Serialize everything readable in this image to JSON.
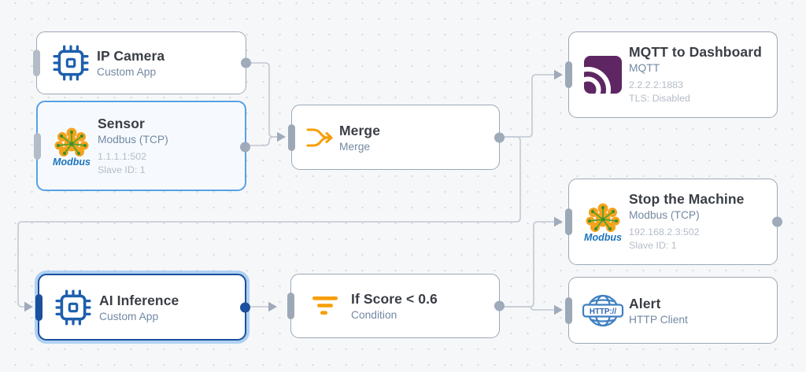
{
  "canvas": {
    "type": "flow-editor-canvas",
    "colors": {
      "canvas_bg": "#F6F7F8",
      "grid_dot": "#D8DADE",
      "node_border": "#9CA8B8",
      "edge": "#C7CDD7",
      "handle_gray": "#9FAABA",
      "selected_blue": "#1C4F9E",
      "highlight_blue": "#57A1E6",
      "orange": "#F79E06",
      "mqtt_purple": "#5E2663",
      "http_blue": "#3F7FC1",
      "modbus_orange": "#F6A21C",
      "modbus_green": "#4CA32E",
      "modbus_blue": "#1B75BB"
    }
  },
  "nodes": [
    {
      "id": "ip-camera",
      "title": "IP Camera",
      "subtitle": "Custom App",
      "icon": "chip-icon",
      "state": "default"
    },
    {
      "id": "sensor",
      "title": "Sensor",
      "subtitle": "Modbus (TCP)",
      "details": [
        "1.1.1.1:502",
        "Slave ID: 1"
      ],
      "icon": "modbus-icon",
      "state": "highlighted"
    },
    {
      "id": "merge",
      "title": "Merge",
      "subtitle": "Merge",
      "icon": "merge-icon",
      "state": "default"
    },
    {
      "id": "mqtt-to-dashboard",
      "title": "MQTT to Dashboard",
      "subtitle": "MQTT",
      "details": [
        "2.2.2.2:1883",
        "TLS: Disabled"
      ],
      "icon": "mqtt-icon",
      "state": "default"
    },
    {
      "id": "stop-the-machine",
      "title": "Stop the Machine",
      "subtitle": "Modbus (TCP)",
      "details": [
        "192.168.2.3:502",
        "Slave ID: 1"
      ],
      "icon": "modbus-icon",
      "state": "default"
    },
    {
      "id": "ai-inference",
      "title": "AI Inference",
      "subtitle": "Custom App",
      "icon": "chip-icon",
      "state": "selected"
    },
    {
      "id": "if-score",
      "title": "If Score < 0.6",
      "subtitle": "Condition",
      "icon": "filter-icon",
      "state": "default"
    },
    {
      "id": "alert",
      "title": "Alert",
      "subtitle": "HTTP Client",
      "icon": "globe-http-icon",
      "state": "default"
    }
  ],
  "icons": {
    "modbus_label": "Modbus",
    "http_badge": "HTTP://"
  },
  "edges": [
    {
      "from": "ip-camera",
      "to": "merge"
    },
    {
      "from": "sensor",
      "to": "merge"
    },
    {
      "from": "merge",
      "to": "mqtt-to-dashboard"
    },
    {
      "from": "merge",
      "to": "ai-inference"
    },
    {
      "from": "ai-inference",
      "to": "if-score"
    },
    {
      "from": "if-score",
      "to": "stop-the-machine"
    },
    {
      "from": "if-score",
      "to": "alert"
    }
  ]
}
